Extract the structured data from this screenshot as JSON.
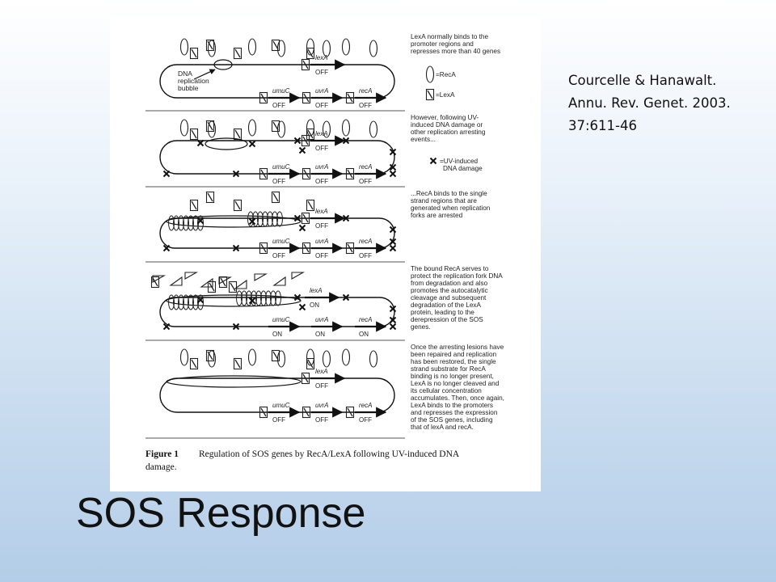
{
  "slide": {
    "title": "SOS Response",
    "citation": [
      "Courcelle & Hanawalt.",
      "Annu. Rev. Genet. 2003.",
      "37:611-46"
    ]
  },
  "figure": {
    "genes": {
      "lexA": "lexA",
      "umuC": "umuC",
      "uvrA": "uvrA",
      "recA": "recA"
    },
    "states": {
      "off": "OFF",
      "on": "ON"
    },
    "legend": {
      "recA": "=RecA",
      "lexA": "=LexA",
      "damage": [
        "=UV-induced",
        "DNA damage"
      ]
    },
    "bubble_label": [
      "DNA",
      "replication",
      "bubble"
    ],
    "panels": [
      {
        "note": [
          "LexA normally binds to the",
          "promoter regions and",
          "represses more than 40 genes"
        ]
      },
      {
        "note": [
          "However, following UV-",
          "induced DNA damage or",
          "other replication arresting",
          "events..."
        ]
      },
      {
        "note": [
          "...RecA binds to the single",
          "strand regions that are",
          "generated when replication",
          "forks are arrested"
        ]
      },
      {
        "note": [
          "The bound RecA  serves to",
          "protect the replication fork DNA",
          "from degradation and also",
          "promotes the autocatalytic",
          "cleavage and subsequent",
          "degradation of the LexA",
          "protein, leading to the",
          "derepression of the SOS",
          "genes."
        ]
      },
      {
        "note": [
          "Once the arresting lesions have",
          "been repaired and replication",
          "has been restored, the single",
          "strand substrate for RecA",
          "binding is no longer present,",
          "LexA is no longer cleaved and",
          "its cellular concentration",
          "accumulates. Then, once again,",
          "LexA binds to the promoters",
          "and represses the expression",
          "of the SOS genes, including",
          "that of lexA and recA."
        ]
      }
    ],
    "caption": {
      "label": "Figure 1",
      "line1": "Regulation of SOS genes by RecA/LexA following UV-induced DNA",
      "line2": "damage."
    }
  }
}
